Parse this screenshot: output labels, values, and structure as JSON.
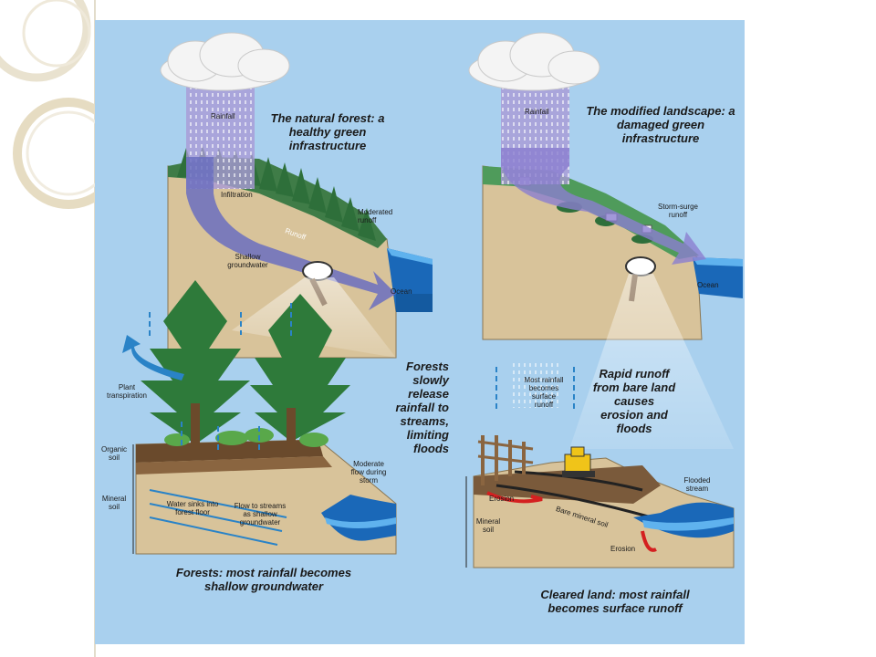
{
  "left_panel": {
    "title": "The natural forest: a healthy green infrastructure",
    "labels": {
      "rainfall": "Rainfall",
      "infiltration": "Infiltration",
      "moderated_runoff": "Moderated runoff",
      "runoff": "Runoff",
      "shallow_groundwater": "Shallow groundwater",
      "ocean": "Ocean",
      "plant_transpiration": "Plant transpiration",
      "organic_soil": "Organic soil",
      "mineral_soil": "Mineral soil",
      "water_sinks": "Water sinks into forest floor",
      "flow_to_streams": "Flow to streams as shallow groundwater",
      "moderate_flow": "Moderate flow during storm"
    },
    "middle_text": "Forests slowly release rainfall to streams, limiting floods",
    "caption": "Forests: most rainfall becomes shallow groundwater"
  },
  "right_panel": {
    "title": "The modified landscape: a damaged green infrastructure",
    "labels": {
      "rainfall": "Rainfall",
      "storm_surge_runoff": "Storm-surge runoff",
      "ocean": "Ocean",
      "most_rainfall": "Most rainfall becomes surface runoff",
      "flooded_stream": "Flooded stream",
      "erosion_1": "Erosion",
      "erosion_2": "Erosion",
      "bare_mineral_soil": "Bare mineral soil",
      "mineral_soil": "Mineral soil"
    },
    "middle_text": "Rapid runoff from bare land causes erosion and floods",
    "caption": "Cleared land: most rainfall becomes surface runoff"
  },
  "colors": {
    "background": "#a9d0ee",
    "soil": "#d8c39a",
    "ocean": "#2a7fc9",
    "arrow_purple": "#9c8fd0",
    "forest_green": "#2e6f3a"
  }
}
